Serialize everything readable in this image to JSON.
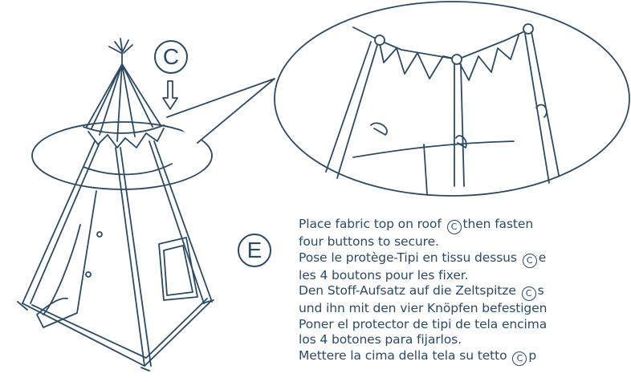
{
  "callouts": {
    "c": "C",
    "e": "E"
  },
  "instructions": {
    "en_1a": "Place fabric top on roof",
    "en_1b": "then fasten",
    "en_2": "four buttons to secure.",
    "fr_1a": "Pose le protège-Tipi en tissu dessus",
    "fr_1b": "e",
    "fr_2": "les 4 boutons pour les fixer.",
    "de_1a": "Den Stoff-Aufsatz auf die Zeltspitze",
    "de_1b": "s",
    "de_2": "und ihn mit den vier Knöpfen befestigen",
    "es_1": "Poner el protector de tipi de tela encima",
    "es_2": "los 4 botones para fijarlos.",
    "it_1a": "Mettere la cima della tela su tetto",
    "it_1b": "p",
    "marker": "C"
  },
  "colors": {
    "ink": "#2b4a67",
    "background": "#ffffff"
  }
}
